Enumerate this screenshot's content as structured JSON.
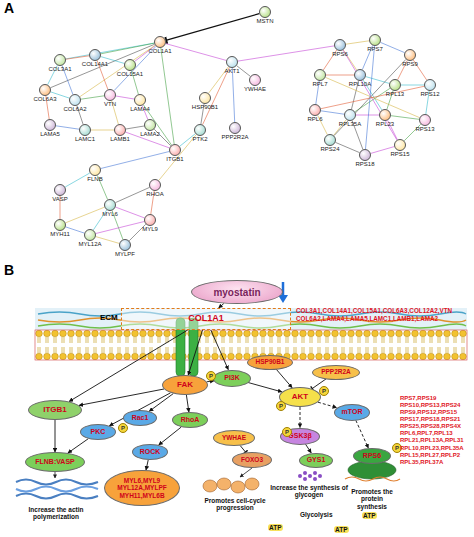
{
  "diagram": {
    "nodes": [
      {
        "text": [
          "MSTN"
        ]
      },
      {
        "text": [
          "COL1A1"
        ]
      },
      {
        "text": [
          "AKT1"
        ]
      },
      {
        "text": [
          "YWHAE"
        ]
      },
      {
        "text": [
          "HSP90B1"
        ]
      },
      {
        "text": [
          "PPP2R2A"
        ]
      },
      {
        "text": [
          "PTK2"
        ]
      },
      {
        "text": [
          "ITGB1"
        ]
      },
      {
        "text": [
          "COL3A1"
        ]
      },
      {
        "text": [
          "COL14A1"
        ]
      },
      {
        "text": [
          "COL15A1"
        ]
      },
      {
        "text": [
          "COL6A3"
        ]
      },
      {
        "text": [
          "COL6A2"
        ]
      },
      {
        "text": [
          "VTN"
        ]
      },
      {
        "text": [
          "LAMA4"
        ]
      },
      {
        "text": [
          "LAMA5"
        ]
      },
      {
        "text": [
          "LAMC1"
        ]
      },
      {
        "text": [
          "LAMB1"
        ]
      },
      {
        "text": [
          "LAMA2"
        ]
      },
      {
        "text": [
          "RPS6"
        ]
      },
      {
        "text": [
          "RPS7"
        ]
      },
      {
        "text": [
          "RPS9"
        ]
      },
      {
        "text": [
          "RPS12"
        ]
      },
      {
        "text": [
          "RPS13"
        ]
      },
      {
        "text": [
          "RPS15"
        ]
      },
      {
        "text": [
          "RPS18"
        ]
      },
      {
        "text": [
          "RPS24"
        ]
      },
      {
        "text": [
          "RPL6"
        ]
      },
      {
        "text": [
          "RPL7"
        ]
      },
      {
        "text": [
          "RPL10A"
        ]
      },
      {
        "text": [
          "RPL13"
        ]
      },
      {
        "text": [
          "RPL23"
        ]
      },
      {
        "text": [
          "RPL35A"
        ]
      },
      {
        "text": [
          "RHOA"
        ]
      },
      {
        "text": [
          "FLNB"
        ]
      },
      {
        "text": [
          "VASP"
        ]
      },
      {
        "text": [
          "MYL6"
        ]
      },
      {
        "text": [
          "MYL9"
        ]
      },
      {
        "text": [
          "MYL12A"
        ]
      },
      {
        "text": [
          "MYLPF"
        ]
      },
      {
        "text": [
          "MYH11"
        ]
      },
      {
        "text": [
          "myostatin"
        ]
      },
      {
        "text": [
          "COL1A1"
        ]
      },
      {
        "text": [
          "ITGB1"
        ]
      },
      {
        "text": [
          "FAK"
        ]
      },
      {
        "text": [
          "PI3K"
        ]
      },
      {
        "text": [
          "HSP90B1"
        ]
      },
      {
        "text": [
          "PPP2R2A"
        ]
      },
      {
        "text": [
          "AKT"
        ]
      },
      {
        "text": [
          "PKC"
        ]
      },
      {
        "text": [
          "Rac1"
        ]
      },
      {
        "text": [
          "RhoA"
        ]
      },
      {
        "text": [
          "YWHAE"
        ]
      },
      {
        "text": [
          "ROCK"
        ]
      },
      {
        "text": [
          "FOXO3"
        ]
      },
      {
        "text": [
          "GSK3β"
        ]
      },
      {
        "text": [
          "GYS1"
        ]
      },
      {
        "text": [
          "mTOR"
        ]
      },
      {
        "text": [
          "RPS6"
        ]
      },
      {
        "text": [
          "FLNB:VASP"
        ]
      },
      {
        "text": [
          "MYL6,MYL9 MYL12A,MYLPF MYH11,MYL6B"
        ]
      }
    ],
    "edges": [
      {
        "from": 0,
        "to": 1,
        "arrow": "to"
      },
      {
        "from": 1,
        "to": 2,
        "arrow": "none"
      },
      {
        "from": 2,
        "to": 3,
        "arrow": "none"
      },
      {
        "from": 2,
        "to": 4,
        "arrow": "none"
      },
      {
        "from": 2,
        "to": 5,
        "arrow": "none"
      },
      {
        "from": 2,
        "to": 6,
        "arrow": "none"
      },
      {
        "from": 6,
        "to": 7,
        "arrow": "none"
      },
      {
        "from": 1,
        "to": 7,
        "arrow": "none"
      },
      {
        "from": 2,
        "to": 19,
        "arrow": "none"
      },
      {
        "from": 4,
        "to": 6,
        "arrow": "none"
      },
      {
        "from": 6,
        "to": 33,
        "arrow": "none"
      },
      {
        "from": 7,
        "to": 34,
        "arrow": "none"
      },
      {
        "from": 33,
        "to": 37,
        "arrow": "none"
      },
      {
        "from": 1,
        "to": 8,
        "arrow": "none"
      },
      {
        "from": 1,
        "to": 9,
        "arrow": "none"
      },
      {
        "from": 1,
        "to": 10,
        "arrow": "none"
      },
      {
        "from": 1,
        "to": 11,
        "arrow": "none"
      },
      {
        "from": 1,
        "to": 12,
        "arrow": "none"
      },
      {
        "from": 1,
        "to": 13,
        "arrow": "none"
      },
      {
        "from": 8,
        "to": 9,
        "arrow": "none"
      },
      {
        "from": 9,
        "to": 10,
        "arrow": "none"
      },
      {
        "from": 10,
        "to": 14,
        "arrow": "none"
      },
      {
        "from": 14,
        "to": 18,
        "arrow": "none"
      },
      {
        "from": 18,
        "to": 17,
        "arrow": "none"
      },
      {
        "from": 17,
        "to": 16,
        "arrow": "none"
      },
      {
        "from": 16,
        "to": 15,
        "arrow": "none"
      },
      {
        "from": 15,
        "to": 11,
        "arrow": "none"
      },
      {
        "from": 11,
        "to": 8,
        "arrow": "none"
      },
      {
        "from": 12,
        "to": 13,
        "arrow": "none"
      },
      {
        "from": 13,
        "to": 14,
        "arrow": "none"
      },
      {
        "from": 12,
        "to": 16,
        "arrow": "none"
      },
      {
        "from": 13,
        "to": 17,
        "arrow": "none"
      },
      {
        "from": 8,
        "to": 12,
        "arrow": "none"
      },
      {
        "from": 9,
        "to": 13,
        "arrow": "none"
      },
      {
        "from": 11,
        "to": 12,
        "arrow": "none"
      },
      {
        "from": 7,
        "to": 14,
        "arrow": "none"
      },
      {
        "from": 7,
        "to": 17,
        "arrow": "none"
      },
      {
        "from": 7,
        "to": 18,
        "arrow": "none"
      },
      {
        "from": 19,
        "to": 20,
        "arrow": "none"
      },
      {
        "from": 20,
        "to": 21,
        "arrow": "none"
      },
      {
        "from": 21,
        "to": 22,
        "arrow": "none"
      },
      {
        "from": 22,
        "to": 23,
        "arrow": "none"
      },
      {
        "from": 23,
        "to": 24,
        "arrow": "none"
      },
      {
        "from": 24,
        "to": 25,
        "arrow": "none"
      },
      {
        "from": 25,
        "to": 26,
        "arrow": "none"
      },
      {
        "from": 26,
        "to": 27,
        "arrow": "none"
      },
      {
        "from": 27,
        "to": 28,
        "arrow": "none"
      },
      {
        "from": 28,
        "to": 19,
        "arrow": "none"
      },
      {
        "from": 29,
        "to": 30,
        "arrow": "none"
      },
      {
        "from": 30,
        "to": 31,
        "arrow": "none"
      },
      {
        "from": 31,
        "to": 32,
        "arrow": "none"
      },
      {
        "from": 32,
        "to": 29,
        "arrow": "none"
      },
      {
        "from": 19,
        "to": 29,
        "arrow": "none"
      },
      {
        "from": 20,
        "to": 29,
        "arrow": "none"
      },
      {
        "from": 21,
        "to": 30,
        "arrow": "none"
      },
      {
        "from": 22,
        "to": 30,
        "arrow": "none"
      },
      {
        "from": 23,
        "to": 31,
        "arrow": "none"
      },
      {
        "from": 24,
        "to": 31,
        "arrow": "none"
      },
      {
        "from": 25,
        "to": 32,
        "arrow": "none"
      },
      {
        "from": 26,
        "to": 32,
        "arrow": "none"
      },
      {
        "from": 27,
        "to": 32,
        "arrow": "none"
      },
      {
        "from": 28,
        "to": 29,
        "arrow": "none"
      },
      {
        "from": 29,
        "to": 31,
        "arrow": "none"
      },
      {
        "from": 30,
        "to": 32,
        "arrow": "none"
      },
      {
        "from": 19,
        "to": 24,
        "arrow": "none"
      },
      {
        "from": 21,
        "to": 26,
        "arrow": "none"
      },
      {
        "from": 23,
        "to": 28,
        "arrow": "none"
      },
      {
        "from": 20,
        "to": 25,
        "arrow": "none"
      },
      {
        "from": 22,
        "to": 27,
        "arrow": "none"
      },
      {
        "from": 34,
        "to": 35,
        "arrow": "none"
      },
      {
        "from": 34,
        "to": 36,
        "arrow": "none"
      },
      {
        "from": 36,
        "to": 37,
        "arrow": "none"
      },
      {
        "from": 37,
        "to": 39,
        "arrow": "none"
      },
      {
        "from": 39,
        "to": 38,
        "arrow": "none"
      },
      {
        "from": 38,
        "to": 40,
        "arrow": "none"
      },
      {
        "from": 40,
        "to": 35,
        "arrow": "none"
      },
      {
        "from": 36,
        "to": 38,
        "arrow": "none"
      },
      {
        "from": 36,
        "to": 39,
        "arrow": "none"
      },
      {
        "from": 37,
        "to": 38,
        "arrow": "none"
      },
      {
        "from": 33,
        "to": 36,
        "arrow": "none"
      },
      {
        "from": 40,
        "to": 36,
        "arrow": "none"
      },
      {
        "from": 41,
        "to": 42,
        "arrow": "to"
      },
      {
        "from": 42,
        "to": 43,
        "arrow": "to"
      },
      {
        "from": 42,
        "to": 44,
        "arrow": "to"
      },
      {
        "from": 42,
        "to": 45,
        "arrow": "to"
      },
      {
        "from": 43,
        "to": 59,
        "arrow": "to"
      },
      {
        "from": 44,
        "to": 43,
        "arrow": "to"
      },
      {
        "from": 44,
        "to": 49,
        "arrow": "to"
      },
      {
        "from": 44,
        "to": 50,
        "arrow": "to"
      },
      {
        "from": 44,
        "to": 51,
        "arrow": "to"
      },
      {
        "from": 44,
        "to": 45,
        "arrow": "to"
      },
      {
        "from": 49,
        "to": 59,
        "arrow": "to"
      },
      {
        "from": 51,
        "to": 53,
        "arrow": "to"
      },
      {
        "from": 53,
        "to": 60,
        "arrow": "to"
      },
      {
        "from": 45,
        "to": 48,
        "arrow": "to"
      },
      {
        "from": 46,
        "to": 48,
        "arrow": "to"
      },
      {
        "from": 47,
        "to": 48,
        "arrow": "to"
      },
      {
        "from": 48,
        "to": 57,
        "arrow": "to"
      },
      {
        "from": 48,
        "to": 55,
        "arrow": "to"
      },
      {
        "from": 52,
        "to": 54,
        "arrow": "to"
      },
      {
        "from": 55,
        "to": 56,
        "arrow": "to"
      },
      {
        "from": 57,
        "to": 58,
        "arrow": "to"
      }
    ],
    "labels": [
      "A",
      "B",
      "ECM",
      "COL3A1,COL14A1,COL15A1,COL6A3,COL12A2,VTN COL6A2,LAMA4,LAMA5,LAMC1,LAMB1,LAMA2",
      "P",
      "P",
      "P",
      "P",
      "P",
      "P",
      "Increase the actin polymerization",
      "Promotes cell-cycle progression",
      "Increase the synthesis of glycogen",
      "Glycolysis",
      "ATP",
      "ATP",
      "ATP",
      "Promotes the protein synthesis",
      "RPS7,RPS19 RPS10,RPS13,RPS24 RPS9,RPS12,RPS15 RPS17,RPS18,RPS21 RPS25,RPS28,RPS4X RPL6,RPL7,RPL13 RPL21,RPL13A,RPL31 RPL10,RPL23,RPL35A RPL15,RPL27,RPLP2 RPL35,RPL37A"
    ]
  }
}
